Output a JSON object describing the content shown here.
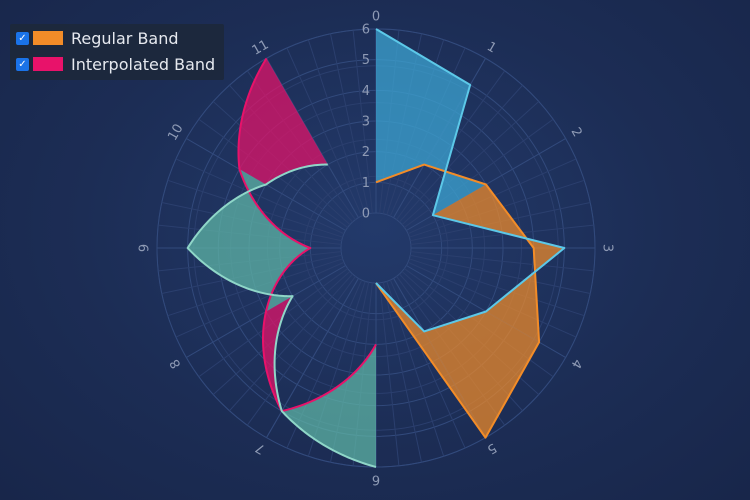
{
  "legend": {
    "items": [
      {
        "label": "Regular Band",
        "color": "#f28c28",
        "checked": true,
        "check_mark": "✓"
      },
      {
        "label": "Interpolated Band",
        "color": "#e8126a",
        "checked": true,
        "check_mark": "✓"
      }
    ]
  },
  "chart_data": {
    "type": "polar-band",
    "angular_axis": {
      "min": 0,
      "max": 12,
      "tick_labels": [
        "0",
        "1",
        "2",
        "3",
        "4",
        "5",
        "6",
        "7",
        "8",
        "9",
        "10",
        "11"
      ]
    },
    "radial_axis": {
      "min": 0,
      "max": 6,
      "tick_labels": [
        "0",
        "1",
        "2",
        "3",
        "4",
        "5",
        "6"
      ]
    },
    "grid": true,
    "legend_position": "top-left",
    "series": [
      {
        "name": "Regular Band",
        "fill": "#f28c28",
        "stroke": "#f28c28",
        "fill_y1_color": "#3da7d6",
        "stroke_y1": "#5cc8e8",
        "x": [
          0,
          1,
          2,
          3,
          4,
          5,
          6
        ],
        "y": [
          1,
          2,
          3,
          4,
          5,
          6,
          0
        ],
        "y1": [
          6,
          5,
          1,
          5,
          3,
          2,
          0
        ]
      },
      {
        "name": "Interpolated Band",
        "fill": "#e8126a",
        "stroke": "#e8126a",
        "fill_y1_color": "#5fb8a8",
        "stroke_y1": "#8fd6c8",
        "x": [
          6,
          7,
          8,
          9,
          10,
          11
        ],
        "y": [
          2,
          5,
          3,
          1,
          4,
          6
        ],
        "y1": [
          6,
          5,
          2,
          5,
          3,
          2
        ]
      }
    ]
  }
}
